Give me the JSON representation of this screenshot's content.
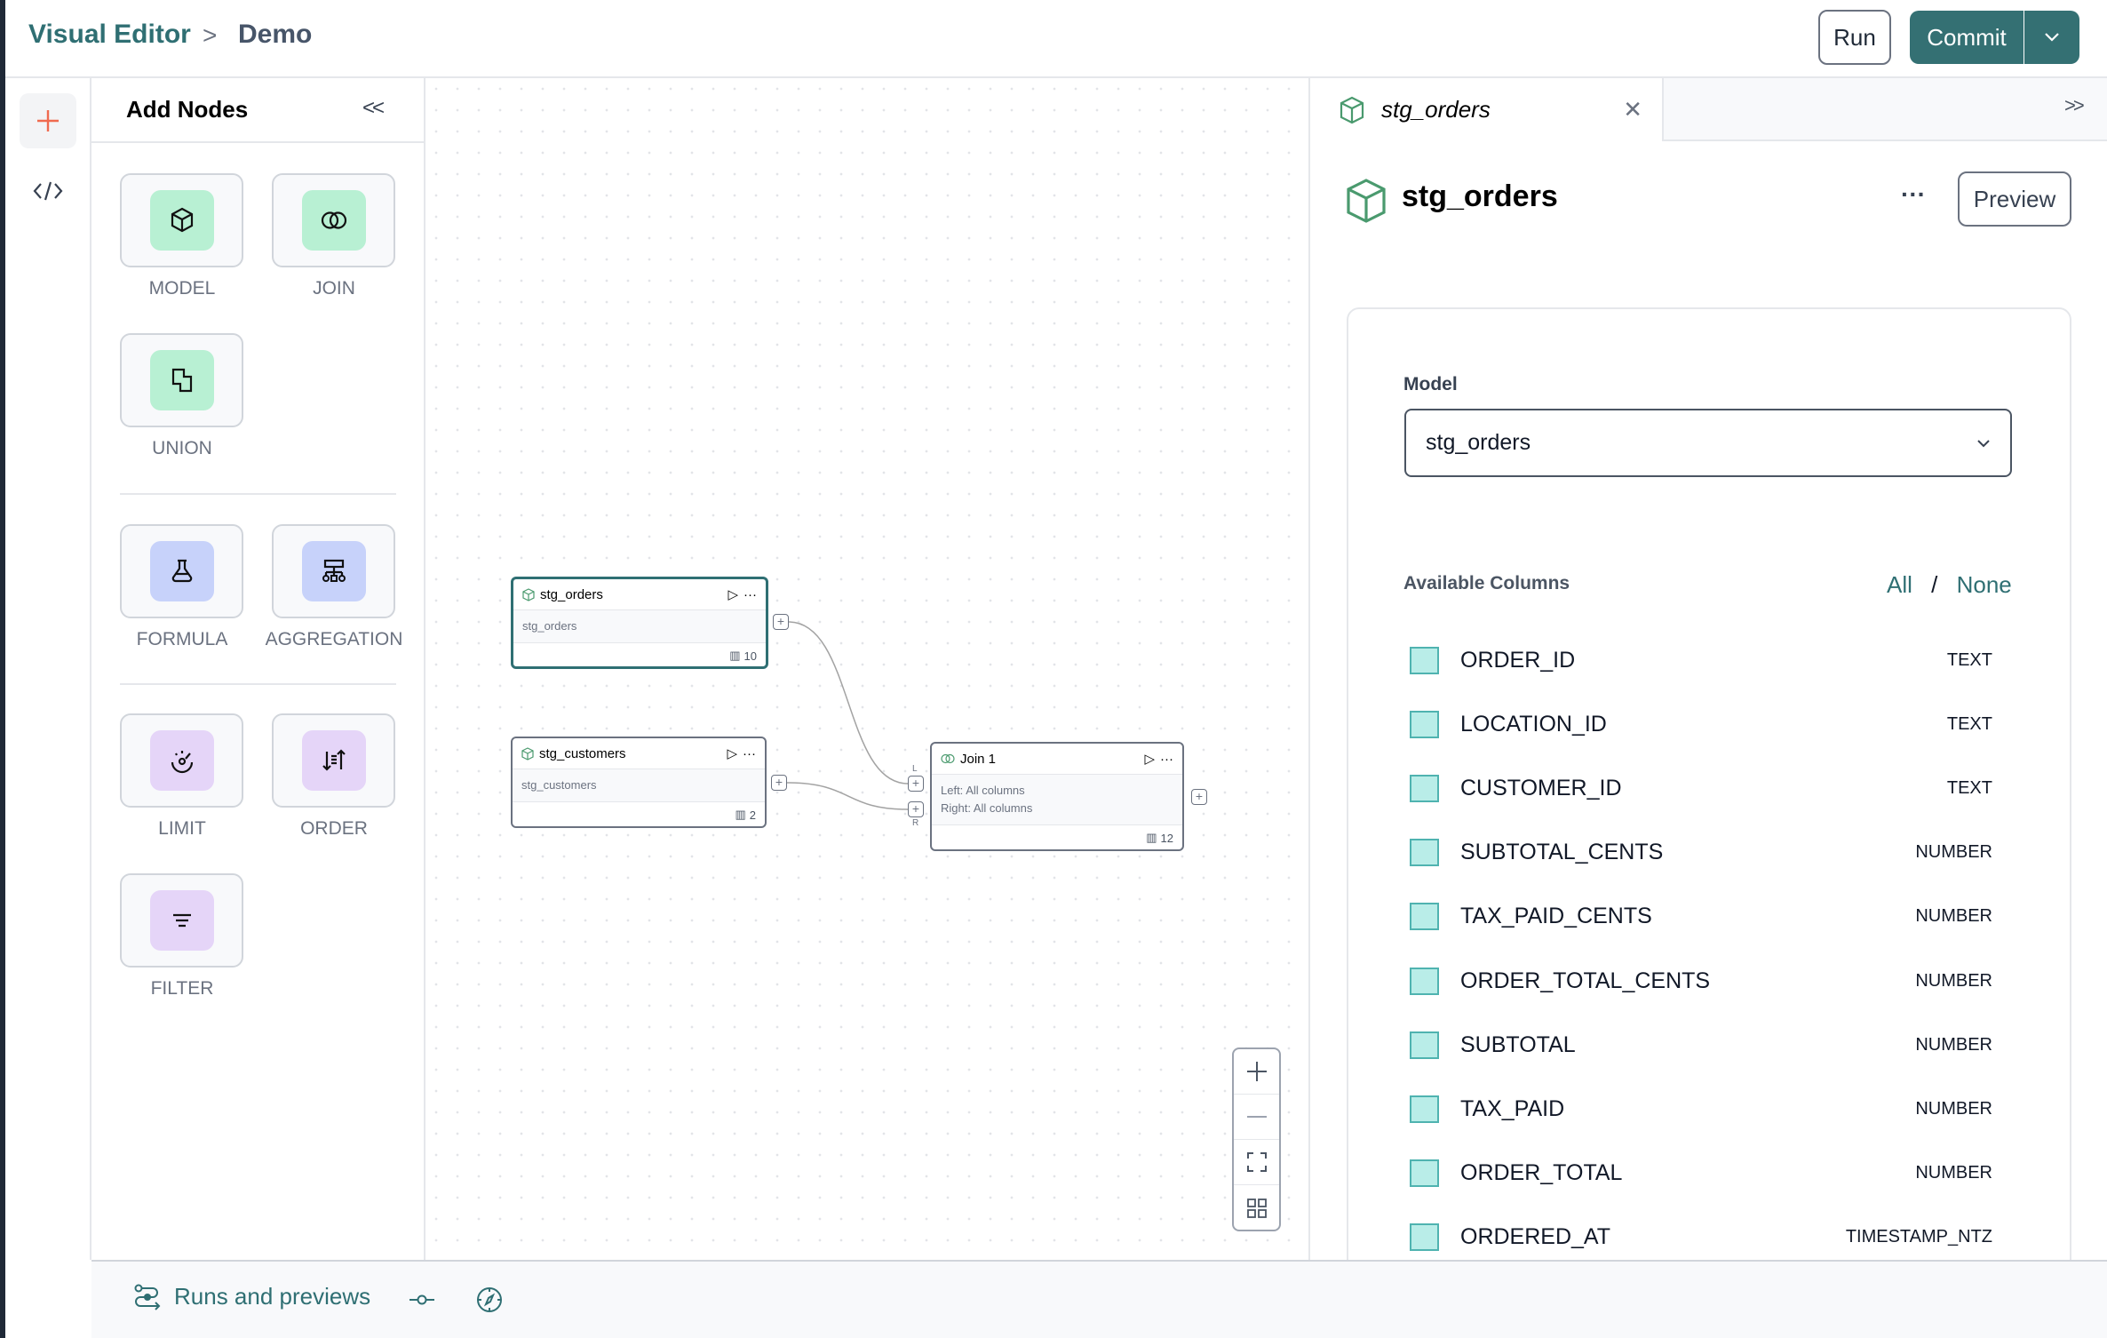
{
  "header": {
    "breadcrumb_root": "Visual Editor",
    "breadcrumb_sep": ">",
    "breadcrumb_current": "Demo",
    "run_label": "Run",
    "commit_label": "Commit"
  },
  "rail": {
    "items": [
      {
        "icon": "plus-icon",
        "active": true
      },
      {
        "icon": "code-icon",
        "active": false
      }
    ]
  },
  "add_nodes": {
    "title": "Add Nodes",
    "collapse": "<<",
    "tiles": [
      {
        "label": "MODEL",
        "icon": "cube-icon",
        "color": "#b8f0d3"
      },
      {
        "label": "JOIN",
        "icon": "join-icon",
        "color": "#b8f0d3"
      },
      {
        "label": "UNION",
        "icon": "union-icon",
        "color": "#b8f0d3"
      },
      {
        "label": "FORMULA",
        "icon": "flask-icon",
        "color": "#c7d2fa"
      },
      {
        "label": "AGGREGATION",
        "icon": "hierarchy-icon",
        "color": "#c7d2fa"
      },
      {
        "label": "LIMIT",
        "icon": "limit-icon",
        "color": "#e5d5f8"
      },
      {
        "label": "ORDER",
        "icon": "sort-icon",
        "color": "#e5d5f8"
      },
      {
        "label": "FILTER",
        "icon": "filter-icon",
        "color": "#e5d5f8"
      }
    ]
  },
  "canvas": {
    "nodes": [
      {
        "title": "stg_orders",
        "body": "stg_orders",
        "columns": "10",
        "selected": true
      },
      {
        "title": "stg_customers",
        "body": "stg_customers",
        "columns": "2",
        "selected": false
      },
      {
        "title": "Join 1",
        "body_left": "Left: All columns",
        "body_right": "Right: All columns",
        "columns": "12",
        "port_left": "L",
        "port_right": "R"
      }
    ]
  },
  "right_panel": {
    "tab_label": "stg_orders",
    "expand": ">>",
    "title": "stg_orders",
    "preview_label": "Preview",
    "model_label": "Model",
    "model_value": "stg_orders",
    "available_columns_label": "Available Columns",
    "all_label": "All",
    "slash": "/",
    "none_label": "None",
    "columns": [
      {
        "name": "ORDER_ID",
        "type": "TEXT"
      },
      {
        "name": "LOCATION_ID",
        "type": "TEXT"
      },
      {
        "name": "CUSTOMER_ID",
        "type": "TEXT"
      },
      {
        "name": "SUBTOTAL_CENTS",
        "type": "NUMBER"
      },
      {
        "name": "TAX_PAID_CENTS",
        "type": "NUMBER"
      },
      {
        "name": "ORDER_TOTAL_CENTS",
        "type": "NUMBER"
      },
      {
        "name": "SUBTOTAL",
        "type": "NUMBER"
      },
      {
        "name": "TAX_PAID",
        "type": "NUMBER"
      },
      {
        "name": "ORDER_TOTAL",
        "type": "NUMBER"
      },
      {
        "name": "ORDERED_AT",
        "type": "TIMESTAMP_NTZ"
      }
    ]
  },
  "bottom": {
    "runs_label": "Runs and previews"
  },
  "colors": {
    "brand": "#347073",
    "accent": "#2f6f73",
    "checkbox": "#b9ede8"
  }
}
